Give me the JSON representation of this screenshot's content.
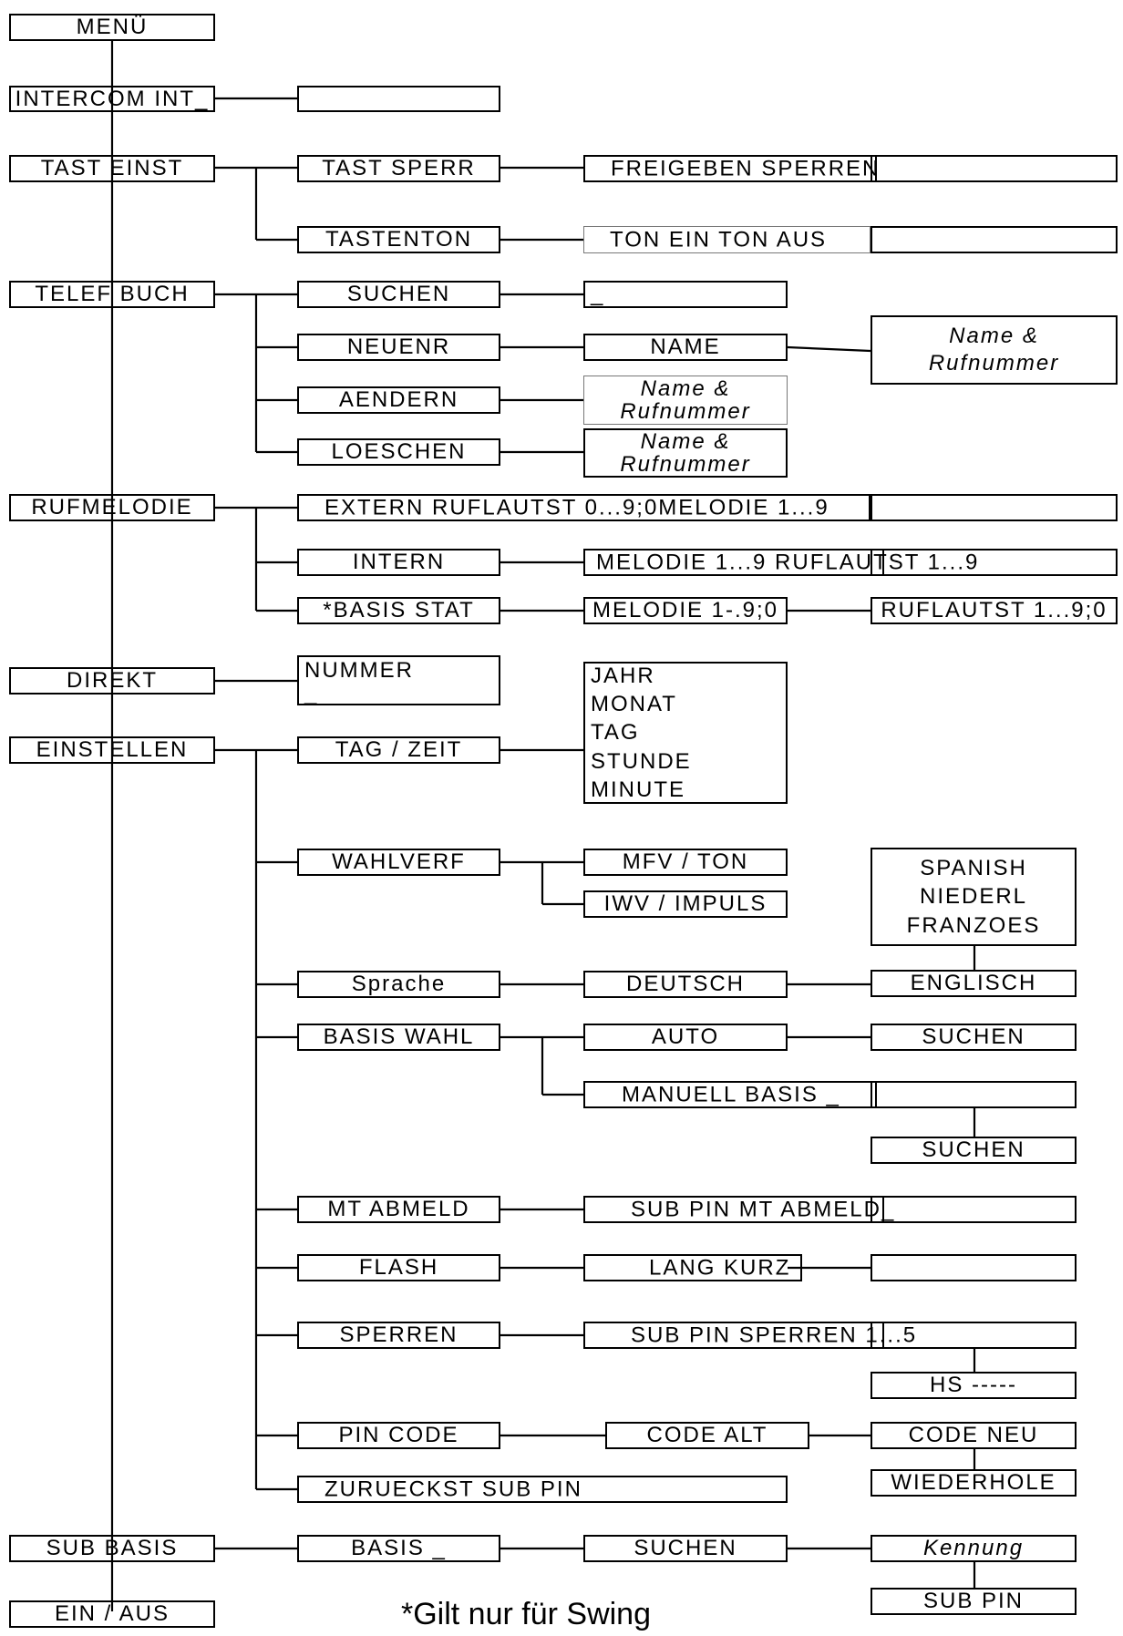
{
  "boxes": {
    "menu": "MENÜ",
    "intercom": "INTERCOM INT_",
    "tast_einst": "TAST EINST",
    "tast_sperr": "TAST SPERR",
    "freigeben": "FREIGEBEN SPERREN",
    "tastenton": "TASTENTON",
    "ton_ein_aus": "TON  EIN TON  AUS",
    "telef_buch": "TELEF BUCH",
    "suchen_tb": "SUCHEN",
    "suchen_tb_input": "_",
    "neuenr": "NEUENR",
    "name": "NAME",
    "name_rufnummer_1": "Name &\nRufnummer",
    "aendern": "AENDERN",
    "name_rufnummer_2": "Name &\nRufnummer",
    "loeschen": "LOESCHEN",
    "name_rufnummer_3": "Name &\nRufnummer",
    "rufmelodie": "RUFMELODIE",
    "extern": "EXTERN RUFLAUTST 0...9;0MELODIE 1...9",
    "intern": "INTERN",
    "melodie_intern": "MELODIE 1...9 RUFLAUTST 1...9",
    "basis_stat": "*BASIS   STAT",
    "melodie_basis": "MELODIE 1-.9;0",
    "ruflautst_basis": "RUFLAUTST 1...9;0",
    "direkt": "DIREKT",
    "nummer": "NUMMER\n_",
    "einstellen": "EINSTELLEN",
    "tag_zeit": "TAG / ZEIT",
    "datum_felder": "JAHR\nMONAT\nTAG\nSTUNDE\nMINUTE",
    "wahlverf": "WAHLVERF",
    "mfv_ton": "MFV / TON",
    "iwv_impuls": "IWV / IMPULS",
    "sprachen": "SPANISH\nNIEDERL\nFRANZOES",
    "sprache": "Sprache",
    "deutsch": "DEUTSCH",
    "englisch": "ENGLISCH",
    "basis_wahl": "BASIS WAHL",
    "auto": "AUTO",
    "suchen_auto": "SUCHEN",
    "manuell_basis": "MANUELL BASIS _",
    "suchen_manuell": "SUCHEN",
    "mt_abmeld": "MT ABMELD",
    "sub_pin_mt": "SUB PIN MT ABMELD_",
    "flash": "FLASH",
    "lang_kurz": "LANG KURZ",
    "sperren": "SPERREN",
    "sub_pin_sperren": "SUB PIN SPERREN 1...5",
    "hs": "HS -----",
    "pin_code": "PIN  CODE",
    "code_alt": "CODE  ALT",
    "code_neu": "CODE  NEU",
    "wiederhole": "WIEDERHOLE",
    "zuruecksт": "ZURUECKST SUB  PIN",
    "sub_basis": "SUB  BASIS",
    "basis_input": "BASIS _",
    "suchen_sub": "SUCHEN",
    "kennung": "Kennung",
    "sub_pin": "SUB  PIN",
    "ein_aus": "EIN / AUS"
  },
  "footnote": "*Gilt nur für Swing"
}
